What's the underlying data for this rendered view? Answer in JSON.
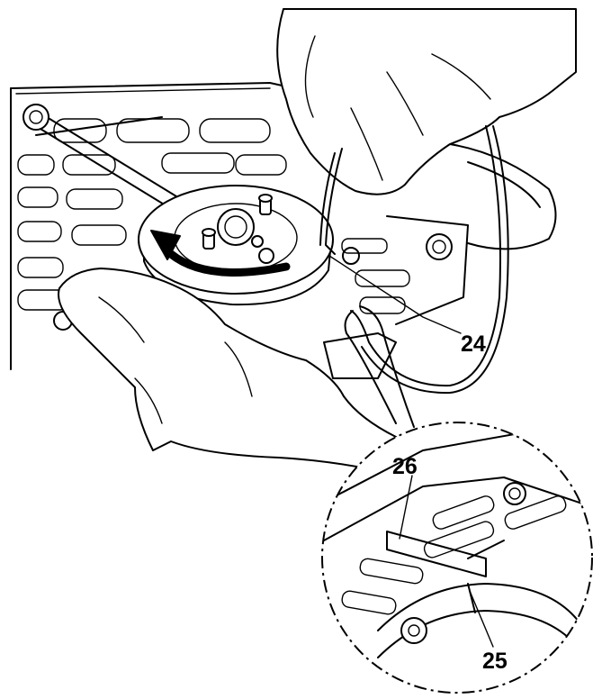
{
  "callouts": {
    "c24": "24",
    "c25": "25",
    "c26": "26"
  },
  "colors": {
    "line": "#000000",
    "background": "#ffffff"
  },
  "icons": {
    "rotation": "counter-clockwise-arrow-icon"
  }
}
